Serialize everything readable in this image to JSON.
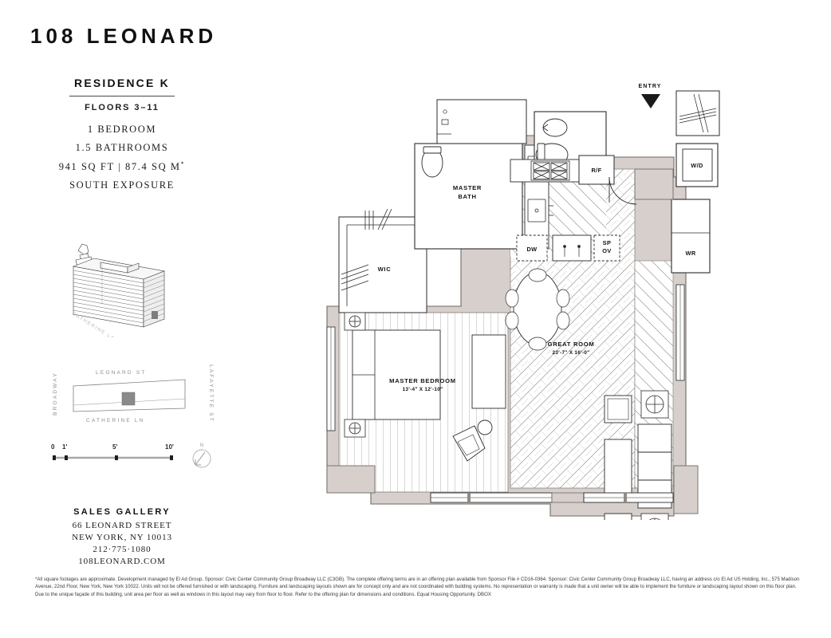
{
  "brand": {
    "title": "108 LEONARD"
  },
  "residence": {
    "name": "RESIDENCE K",
    "floors": "FLOORS 3–11",
    "bedrooms": "1 BEDROOM",
    "bathrooms": "1.5 BATHROOMS",
    "area": "941 SQ FT | 87.4 SQ M",
    "area_asterisk": "*",
    "exposure": "SOUTH EXPOSURE"
  },
  "site_map": {
    "streets": {
      "top": "LEONARD ST",
      "bottom": "CATHERINE LN",
      "left": "BROADWAY",
      "right": "LAFAYETTE ST"
    }
  },
  "scale": {
    "ticks": [
      "0",
      "1'",
      "5'",
      "10'"
    ],
    "compass_label": "N"
  },
  "sales_gallery": {
    "title": "SALES GALLERY",
    "address_line1": "66 LEONARD STREET",
    "address_line2": "NEW YORK, NY 10013",
    "phone": "212·775·1080",
    "website": "108LEONARD.COM"
  },
  "disclaimer": {
    "text": "*All square footages are approximate. Development managed by El Ad Group. Sponsor: Civic Center Community Group Broadway LLC (C3GB). The complete offering terms are in an offering plan available from Sponsor File # CD16-0364. Sponsor: Civic Center Community Group Broadway LLC, having an address c/o El Ad US Holding, Inc., 575 Madison Avenue, 22nd Floor, New York, New York 10022. Units will not be offered furnished or with landscaping. Furniture and landscaping layouts shown are for concept only and are not coordinated with building systems. No representation or warranty is made that a unit owner will be able to implement the furniture or landscaping layout shown on this floor plan. Due to the unique façade of this building, unit area per floor as well as windows in this layout may vary from floor to floor. Refer to the offering plan for dimensions and conditions. Equal Housing Opportunity. DBOX"
  },
  "floorplan": {
    "entry_label": "ENTRY",
    "rooms": [
      {
        "name": "GREAT ROOM",
        "dimensions": "23'-7\" X 16'-0\""
      },
      {
        "name": "MASTER BEDROOM",
        "dimensions": "13'-4\" X 12'-10\""
      },
      {
        "name": "MASTER BATH",
        "dimensions": ""
      },
      {
        "name": "WIC",
        "dimensions": ""
      }
    ],
    "appliances": [
      {
        "code": "R/F"
      },
      {
        "code": "DW"
      },
      {
        "code": "SP"
      },
      {
        "code": "OV"
      },
      {
        "code": "W/D"
      },
      {
        "code": "WR"
      }
    ],
    "room_great": "GREAT ROOM",
    "room_great_dim": "23'-7\" X 16'-0\"",
    "room_bedroom_l1": "MASTER BEDROOM",
    "room_bedroom_dim": "13'-4\" X 12'-10\"",
    "room_bath_l1": "MASTER",
    "room_bath_l2": "BATH",
    "room_wic": "WIC",
    "appl_rf": "R/F",
    "appl_dw": "DW",
    "appl_sp": "SP",
    "appl_ov": "OV",
    "appl_wd": "W/D",
    "appl_wr": "WR"
  },
  "colors": {
    "wall_fill": "#d6cfcb",
    "wall_stroke": "#6f6a66",
    "line": "#2b2b2b",
    "white": "#ffffff",
    "muted_text": "#8d8d8d"
  }
}
